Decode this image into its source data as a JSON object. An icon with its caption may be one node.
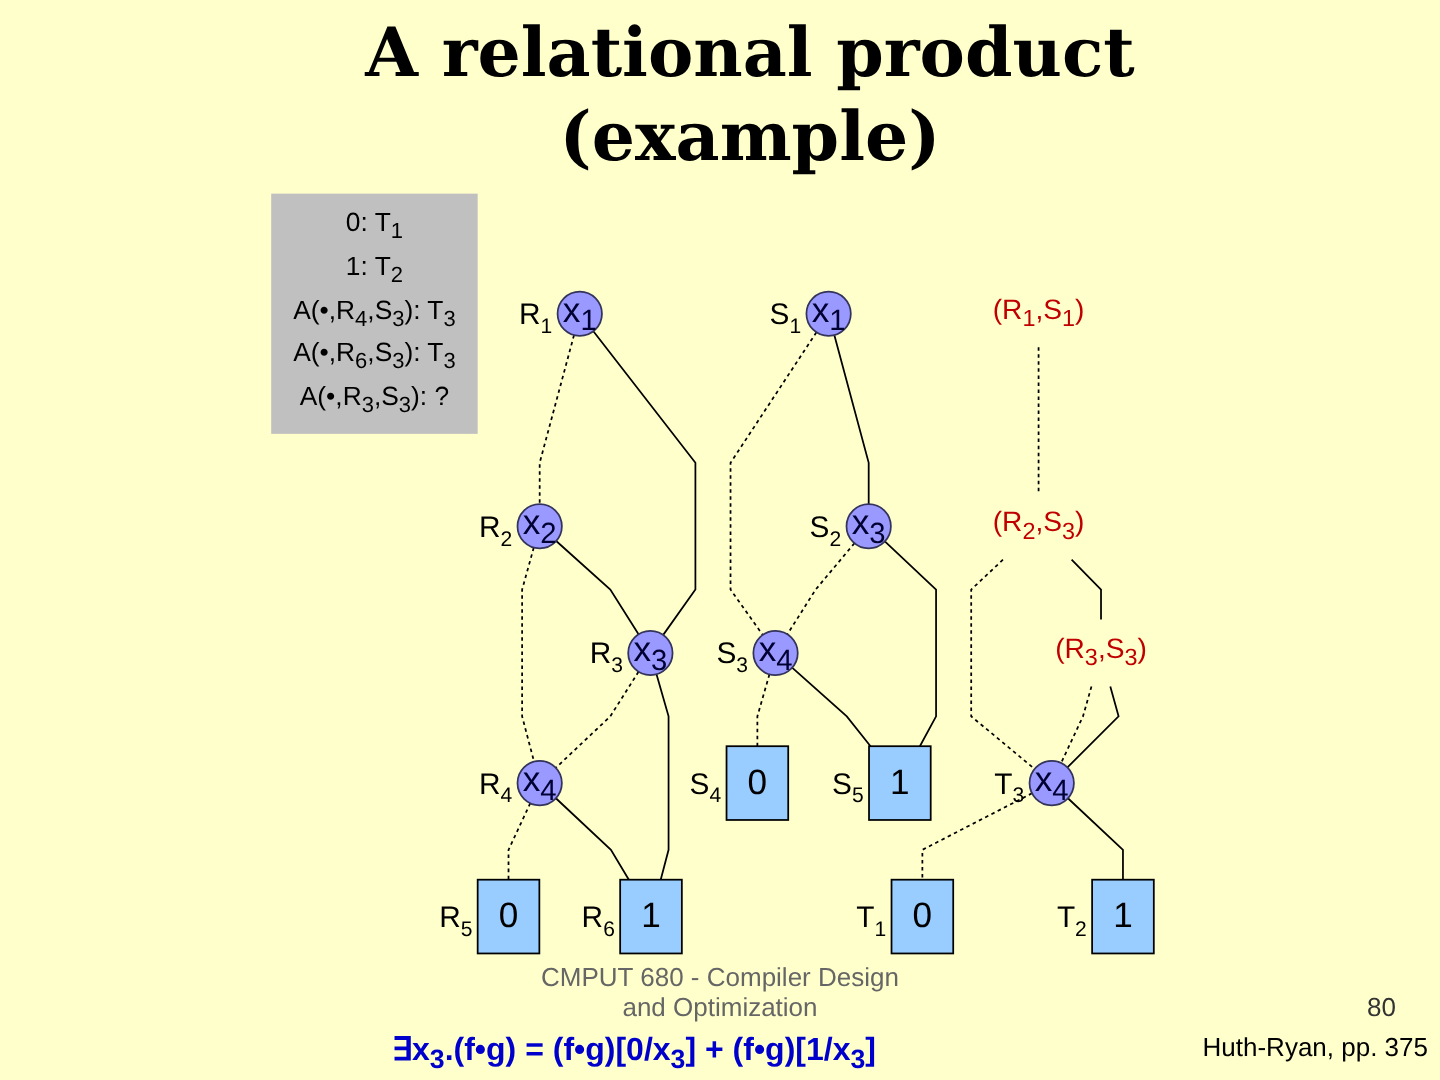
{
  "diagram": {
    "title": "A relational product (example)",
    "nodes": [
      {
        "text": [
          "0: T$_{1}$",
          "1: T$_{2}$",
          "A(•,R$_{4}$,S$_{3}$): T$_{3}$",
          "A(•,R$_{6}$,S$_{3}$): T$_{3}$",
          "A(•,R$_{3}$,S$_{3}$): ?"
        ]
      },
      {
        "text": [
          "x$_{1}$"
        ],
        "beside": [
          "R$_{1}$"
        ]
      },
      {
        "text": [
          "x$_{2}$"
        ],
        "beside": [
          "R$_{2}$"
        ]
      },
      {
        "text": [
          "x$_{3}$"
        ],
        "beside": [
          "R$_{3}$"
        ]
      },
      {
        "text": [
          "x$_{4}$"
        ],
        "beside": [
          "R$_{4}$"
        ]
      },
      {
        "text": [
          "0"
        ],
        "beside": [
          "R$_{5}$"
        ]
      },
      {
        "text": [
          "1"
        ],
        "beside": [
          "R$_{6}$"
        ]
      },
      {
        "text": [
          "x$_{1}$"
        ],
        "beside": [
          "S$_{1}$"
        ]
      },
      {
        "text": [
          "x$_{3}$"
        ],
        "beside": [
          "S$_{2}$"
        ]
      },
      {
        "text": [
          "x$_{4}$"
        ],
        "beside": [
          "S$_{3}$"
        ]
      },
      {
        "text": [
          "0"
        ],
        "beside": [
          "S$_{4}$"
        ]
      },
      {
        "text": [
          "1"
        ],
        "beside": [
          "S$_{5}$"
        ]
      },
      {
        "text": [
          "(R$_{1}$,S$_{1}$)"
        ]
      },
      {
        "text": [
          "(R$_{2}$,S$_{3}$)"
        ]
      },
      {
        "text": [
          "(R$_{3}$,S$_{3}$)"
        ]
      },
      {
        "text": [
          "x$_{4}$"
        ],
        "beside": [
          "T$_{3}$"
        ]
      },
      {
        "text": [
          "0"
        ],
        "beside": [
          "T$_{1}$"
        ]
      },
      {
        "text": [
          "1"
        ],
        "beside": [
          "T$_{2}$"
        ]
      }
    ],
    "edges": [
      {
        "from": 1,
        "to": 2,
        "arrow": "none",
        "style": "dashed"
      },
      {
        "from": 1,
        "to": 3,
        "arrow": "none"
      },
      {
        "from": 2,
        "to": 4,
        "arrow": "none",
        "style": "dashed"
      },
      {
        "from": 2,
        "to": 3,
        "arrow": "none"
      },
      {
        "from": 3,
        "to": 4,
        "arrow": "none",
        "style": "dashed"
      },
      {
        "from": 3,
        "to": 6,
        "arrow": "none"
      },
      {
        "from": 4,
        "to": 5,
        "arrow": "none",
        "style": "dashed"
      },
      {
        "from": 4,
        "to": 6,
        "arrow": "none"
      },
      {
        "from": 7,
        "to": 9,
        "arrow": "none",
        "style": "dashed"
      },
      {
        "from": 7,
        "to": 8,
        "arrow": "none"
      },
      {
        "from": 8,
        "to": 9,
        "arrow": "none",
        "style": "dashed"
      },
      {
        "from": 8,
        "to": 11,
        "arrow": "none"
      },
      {
        "from": 9,
        "to": 10,
        "arrow": "none",
        "style": "dashed"
      },
      {
        "from": 9,
        "to": 11,
        "arrow": "none"
      },
      {
        "from": 12,
        "to": 13,
        "arrow": "none",
        "style": "dashed"
      },
      {
        "from": 13,
        "to": 15,
        "arrow": "none",
        "style": "dashed"
      },
      {
        "from": 13,
        "to": 14,
        "arrow": "none"
      },
      {
        "from": 14,
        "to": 15,
        "arrow": "none",
        "style": "dashed"
      },
      {
        "from": 14,
        "to": 15,
        "arrow": "none"
      },
      {
        "from": 15,
        "to": 16,
        "arrow": "none",
        "style": "dashed"
      },
      {
        "from": 15,
        "to": 17,
        "arrow": "none"
      }
    ],
    "labels": [
      "CMPUT 680 - Compiler Design and Optimization",
      "∃x$_{3}$.(f•g) = (f•g)[0/x$_{3}$] + (f•g)[1/x$_{3}$]",
      "80",
      "Huth-Ryan, pp. 375"
    ]
  }
}
